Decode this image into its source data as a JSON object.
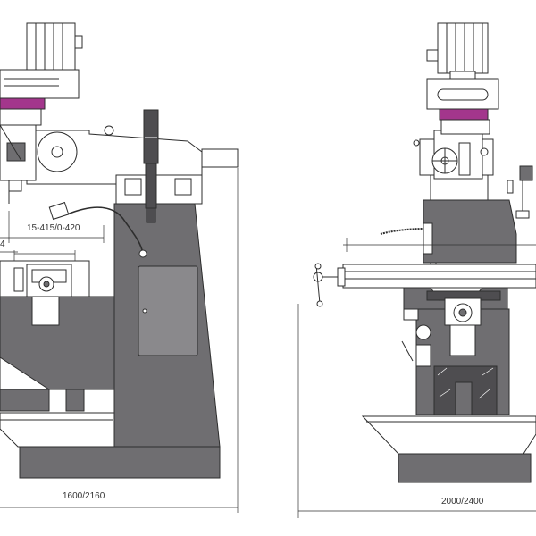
{
  "dimensions": {
    "side_column_travel": "15-415/0-420",
    "side_partial": "4",
    "side_total_length": "1600/2160",
    "front_total_width": "2000/2400"
  },
  "colors": {
    "body": "#6f6e71",
    "body_dark": "#4e4d50",
    "accent": "#a3368c",
    "line": "#2e2e2e",
    "white": "#ffffff",
    "panel": "#8a898c"
  }
}
